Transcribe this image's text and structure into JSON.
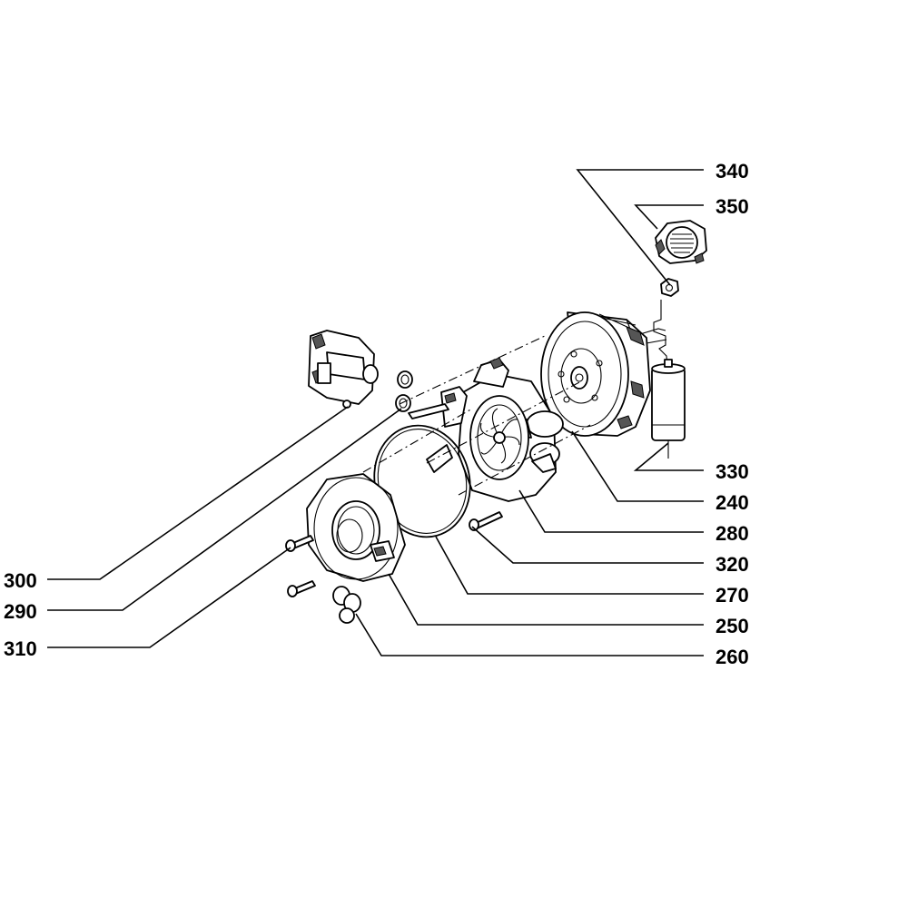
{
  "callouts": [
    {
      "id": "340",
      "label": "340"
    },
    {
      "id": "350",
      "label": "350"
    },
    {
      "id": "330",
      "label": "330"
    },
    {
      "id": "240",
      "label": "240"
    },
    {
      "id": "280",
      "label": "280"
    },
    {
      "id": "320",
      "label": "320"
    },
    {
      "id": "270",
      "label": "270"
    },
    {
      "id": "250",
      "label": "250"
    },
    {
      "id": "260",
      "label": "260"
    },
    {
      "id": "300",
      "label": "300"
    },
    {
      "id": "290",
      "label": "290"
    },
    {
      "id": "310",
      "label": "310"
    }
  ]
}
